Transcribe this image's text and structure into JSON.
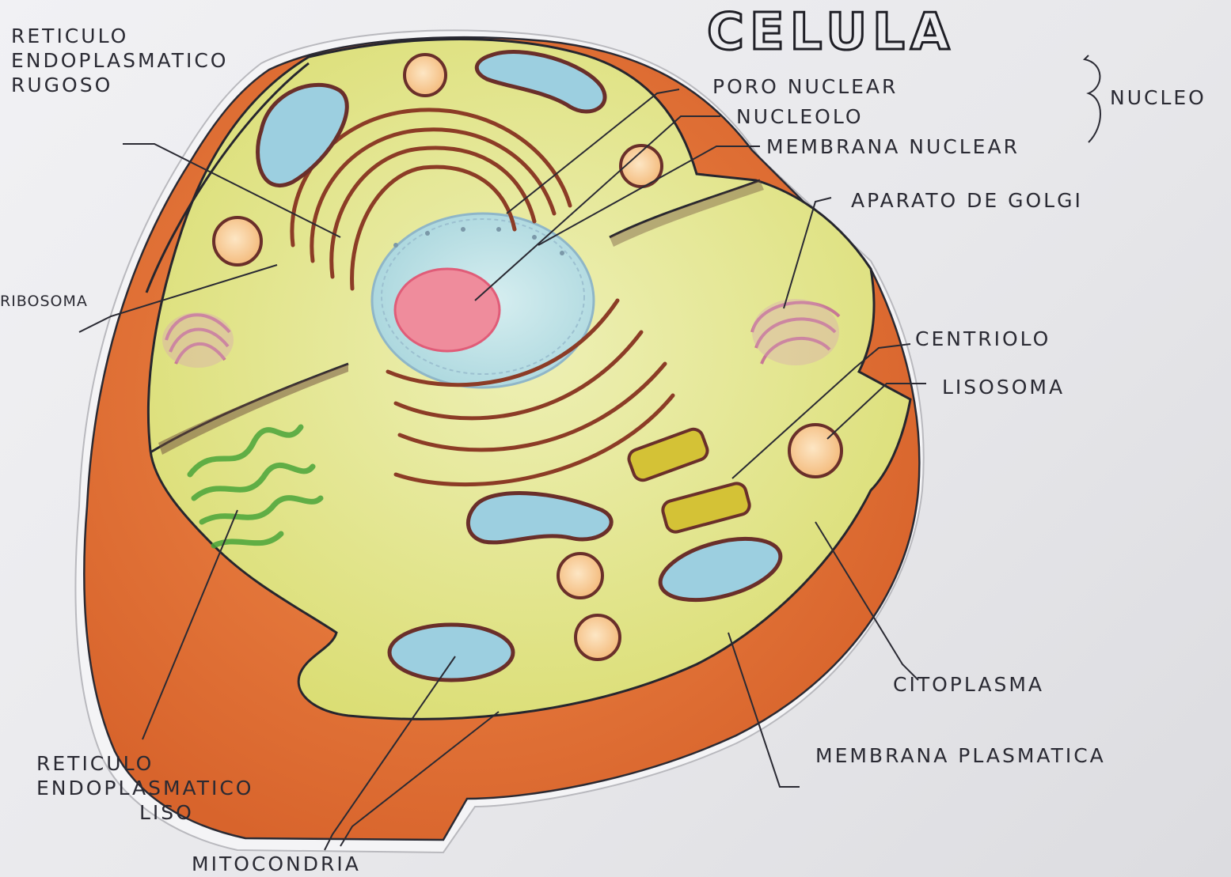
{
  "title": "CELULA",
  "labels": {
    "rer": [
      "RETICULO",
      "ENDOPLASMATICO",
      "RUGOSO"
    ],
    "poro_nuclear": "PORO NUCLEAR",
    "nucleolo": "NUCLEOLO",
    "membrana_nuclear": "MEMBRANA NUCLEAR",
    "nucleo": "NUCLEO",
    "golgi": "APARATO DE GOLGI",
    "ribosoma": "RIBOSOMA",
    "centriolo": "CENTRIOLO",
    "lisosoma": "LISOSOMA",
    "citoplasma": "CITOPLASMA",
    "membrana_plasmatica": "MEMBRANA PLASMATICA",
    "rel": [
      "RETICULO",
      "ENDOPLASMATICO",
      "LISO"
    ],
    "mitocondria": "MITOCONDRIA"
  },
  "colors": {
    "membrane": "#de6d34",
    "cytoplasm": "#dfe17e",
    "nucleus": "#bfe1e6",
    "nucleolus": "#ef8c9c",
    "mitochondria": "#9ccfe0",
    "er": "#8c3c26",
    "smooth_er": "#4aa53a",
    "golgi": "#d7a0b8",
    "lysosome": "#f5c78c",
    "ink": "#2a2a33"
  }
}
